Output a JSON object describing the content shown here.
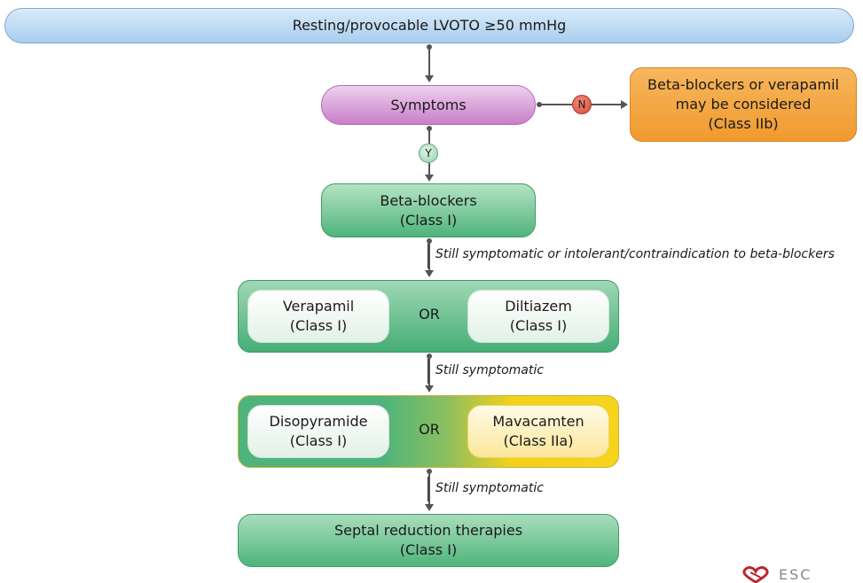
{
  "nodes": {
    "top": "Resting/provocable LVOTO ≥50 mmHg",
    "symptoms": "Symptoms",
    "no_branch": {
      "line1": "Beta-blockers or verapamil",
      "line2": "may be considered",
      "line3": "(Class IIb)"
    },
    "beta": {
      "line1": "Beta-blockers",
      "line2": "(Class I)"
    },
    "row1": {
      "left": {
        "line1": "Verapamil",
        "line2": "(Class I)"
      },
      "or": "OR",
      "right": {
        "line1": "Diltiazem",
        "line2": "(Class I)"
      }
    },
    "row2": {
      "left": {
        "line1": "Disopyramide",
        "line2": "(Class I)"
      },
      "or": "OR",
      "right": {
        "line1": "Mavacamten",
        "line2": "(Class IIa)"
      }
    },
    "septal": {
      "line1": "Septal reduction therapies",
      "line2": "(Class I)"
    }
  },
  "connectors": {
    "no": "N",
    "yes": "Y"
  },
  "conditions": {
    "after_beta": "Still symptomatic or intolerant/contraindication to beta-blockers",
    "after_row1": "Still symptomatic",
    "after_row2": "Still symptomatic"
  },
  "logo": {
    "text": "ESC"
  },
  "colors": {
    "top_blue": "#a9cdee",
    "symptoms_purple": "#c87fc8",
    "orange": "#f09a2d",
    "green": "#4fb47b",
    "yellow": "#f7d31c",
    "no_red": "#d24b3a",
    "logo_red": "#c0232c"
  }
}
